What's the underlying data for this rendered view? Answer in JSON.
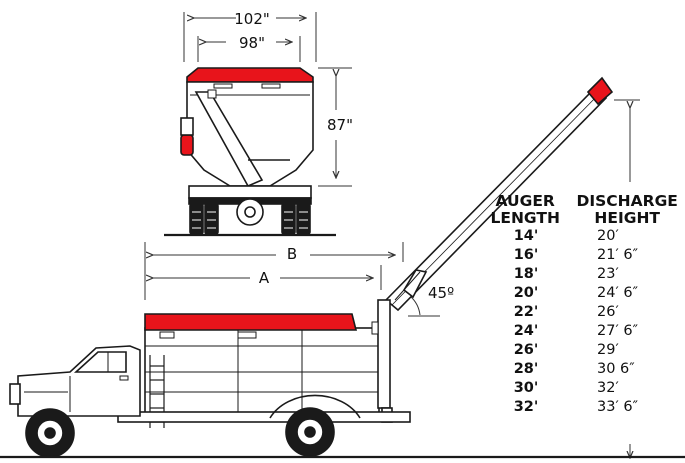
{
  "dimensions": {
    "width_outer": "102\"",
    "width_inner": "98\"",
    "height": "87\"",
    "length_b": "B",
    "length_a": "A",
    "angle": "45º"
  },
  "table": {
    "col1": [
      "AUGER",
      "LENGTH"
    ],
    "col2": [
      "DISCHARGE",
      "HEIGHT"
    ],
    "rows": [
      {
        "length": "14'",
        "height": "20′"
      },
      {
        "length": "16'",
        "height": "21′ 6″"
      },
      {
        "length": "18'",
        "height": "23′"
      },
      {
        "length": "20'",
        "height": "24′ 6″"
      },
      {
        "length": "22'",
        "height": "26′"
      },
      {
        "length": "24'",
        "height": "27′ 6″"
      },
      {
        "length": "26'",
        "height": "29′"
      },
      {
        "length": "28'",
        "height": "30 6″"
      },
      {
        "length": "30'",
        "height": "32′"
      },
      {
        "length": "32'",
        "height": "33′ 6″"
      }
    ]
  },
  "colors": {
    "accent": "#e8141b",
    "line": "#1a1a1a",
    "dim_line": "#333333"
  }
}
